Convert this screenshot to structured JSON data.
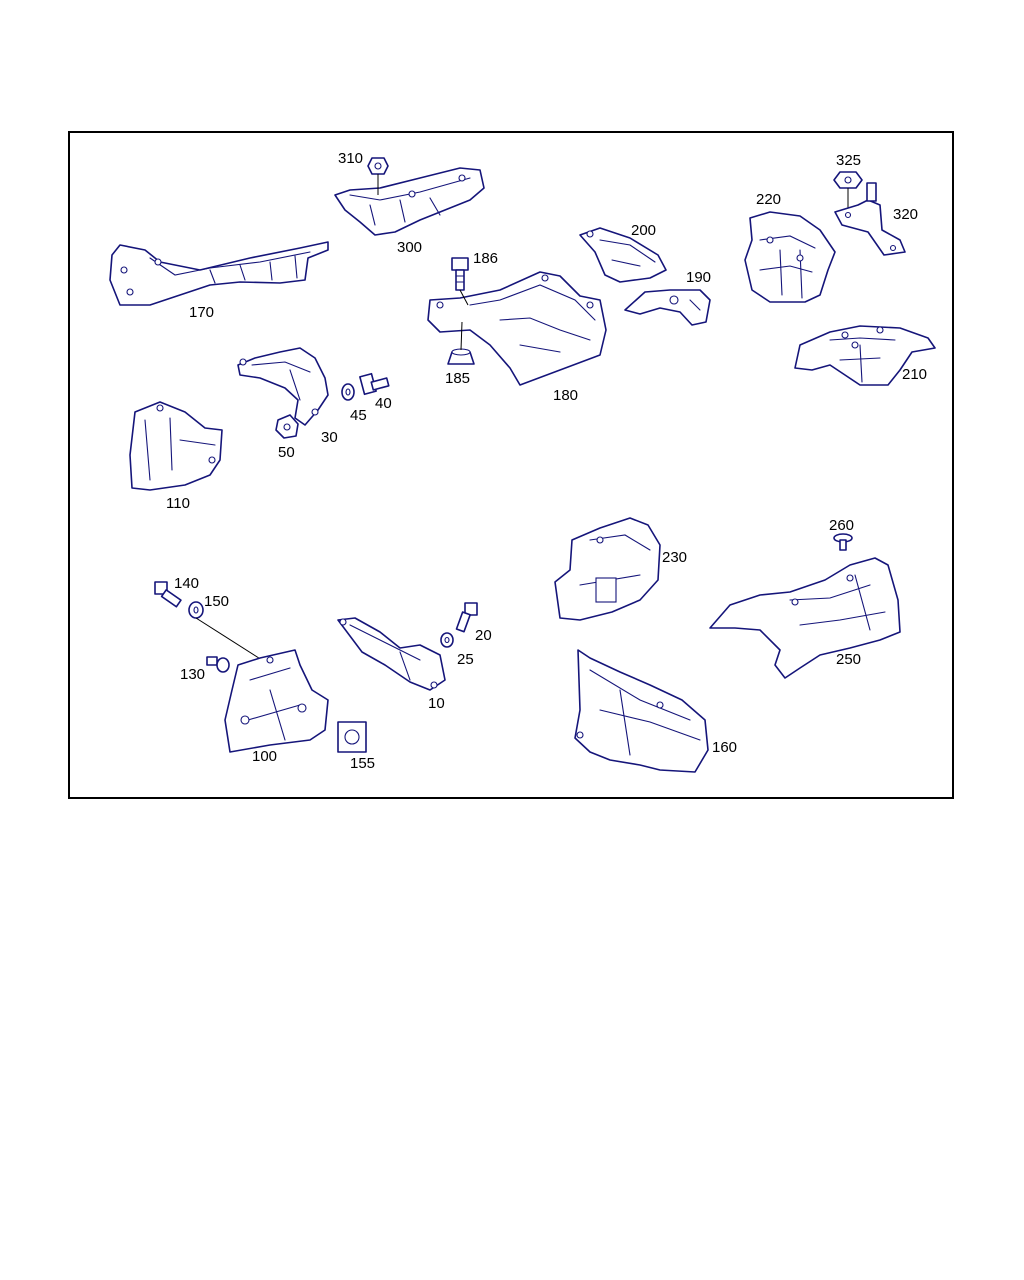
{
  "diagram": {
    "line_color": "#15157a",
    "frame_color": "#000000",
    "callouts": [
      "310",
      "300",
      "170",
      "186",
      "200",
      "190",
      "220",
      "325",
      "320",
      "210",
      "185",
      "180",
      "40",
      "45",
      "30",
      "50",
      "110",
      "260",
      "230",
      "250",
      "140",
      "150",
      "20",
      "25",
      "130",
      "10",
      "100",
      "155",
      "160"
    ]
  }
}
